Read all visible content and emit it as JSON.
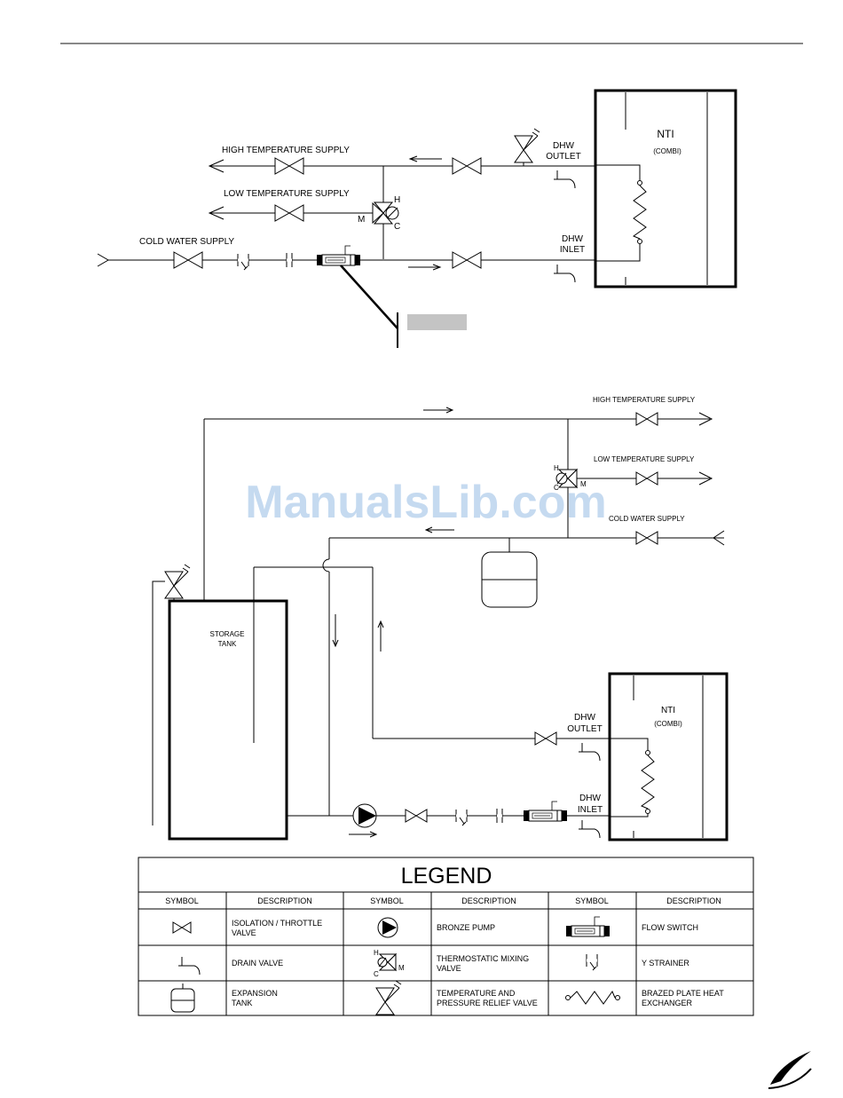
{
  "diagram1": {
    "high_temp": "HIGH TEMPERATURE SUPPLY",
    "low_temp": "LOW TEMPERATURE SUPPLY",
    "cold_water": "COLD WATER SUPPLY",
    "dhw_outlet_1": "DHW",
    "dhw_outlet_2": "OUTLET",
    "dhw_inlet_1": "DHW",
    "dhw_inlet_2": "INLET",
    "nti": "NTI",
    "combi": "(COMBI)",
    "mix_h": "H",
    "mix_c": "C",
    "mix_m": "M"
  },
  "diagram2": {
    "high_temp": "HIGH TEMPERATURE SUPPLY",
    "low_temp": "LOW TEMPERATURE SUPPLY",
    "cold_water": "COLD WATER SUPPLY",
    "storage_1": "STORAGE",
    "storage_2": "TANK",
    "dhw_outlet_1": "DHW",
    "dhw_outlet_2": "OUTLET",
    "dhw_inlet_1": "DHW",
    "dhw_inlet_2": "INLET",
    "nti": "NTI",
    "combi": "(COMBI)",
    "mix_h": "H",
    "mix_c": "C",
    "mix_m": "M"
  },
  "watermark": "ManualsLib.com",
  "legend": {
    "title": "LEGEND",
    "headers": [
      "SYMBOL",
      "DESCRIPTION",
      "SYMBOL",
      "DESCRIPTION",
      "SYMBOL",
      "DESCRIPTION"
    ],
    "rows": [
      {
        "c1_l1": "ISOLATION / THROTTLE",
        "c1_l2": "VALVE",
        "c2_l1": "BRONZE PUMP",
        "c2_l2": "",
        "c3_l1": "FLOW SWITCH",
        "c3_l2": ""
      },
      {
        "c1_l1": "DRAIN VALVE",
        "c1_l2": "",
        "c2_l1": "THERMOSTATIC MIXING",
        "c2_l2": "VALVE",
        "c3_l1": "Y STRAINER",
        "c3_l2": ""
      },
      {
        "c1_l1": "EXPANSION",
        "c1_l2": "TANK",
        "c2_l1": "TEMPERATURE AND",
        "c2_l2": "PRESSURE RELIEF VALVE",
        "c3_l1": "BRAZED PLATE HEAT",
        "c3_l2": "EXCHANGER"
      }
    ],
    "mix_h": "H",
    "mix_c": "C",
    "mix_m": "M"
  },
  "icons": [
    "isolation-valve-icon",
    "drain-valve-icon",
    "expansion-tank-icon",
    "bronze-pump-icon",
    "mixing-valve-icon",
    "relief-valve-icon",
    "flow-switch-icon",
    "y-strainer-icon",
    "heat-exchanger-icon",
    "nti-logo-icon"
  ]
}
